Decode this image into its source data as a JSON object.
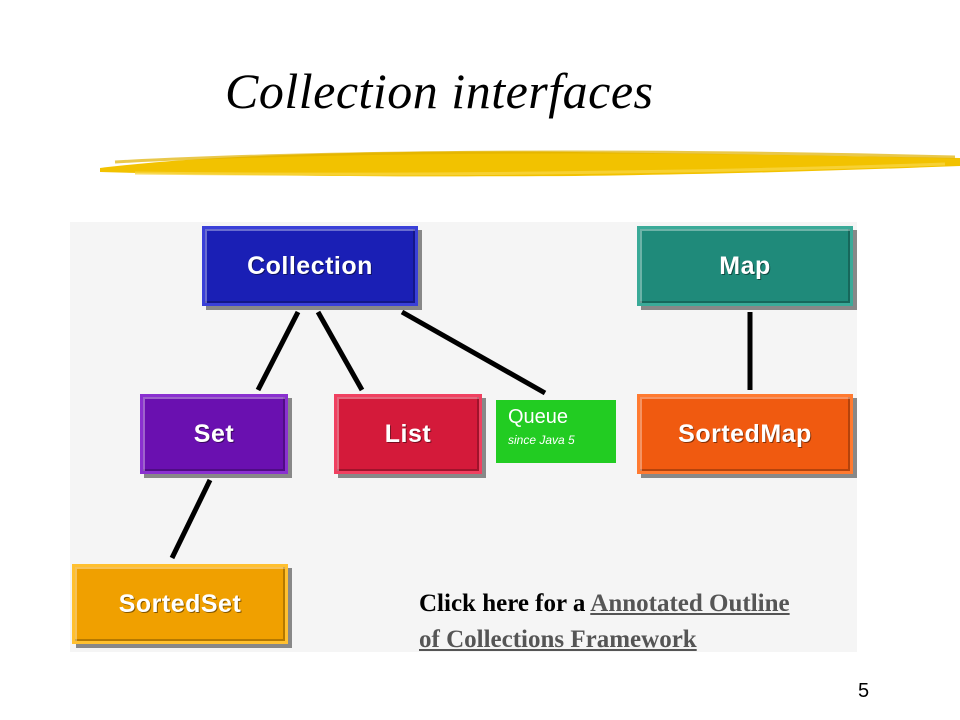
{
  "title": "Collection interfaces",
  "boxes": {
    "collection": "Collection",
    "map": "Map",
    "set": "Set",
    "list": "List",
    "sortedmap": "SortedMap",
    "sortedset": "SortedSet"
  },
  "queue": {
    "label": "Queue",
    "note": "since Java 5"
  },
  "note": {
    "prefix": "Click here for a ",
    "link_line1": "Annotated Outline",
    "link_line2": "of Collections Framework"
  },
  "page_number": "5",
  "colors": {
    "collection": "#1a1fb5",
    "map": "#1f8a7a",
    "set": "#6a10b0",
    "list": "#d41a3a",
    "sortedmap": "#f05a10",
    "sortedset": "#f0a000",
    "queue": "#22cc22",
    "brush": "#f2c200"
  }
}
